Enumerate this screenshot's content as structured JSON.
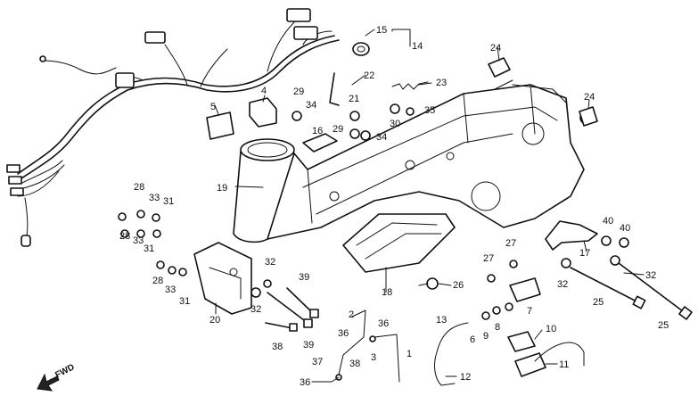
{
  "fwd_label": "FWD",
  "callouts": [
    {
      "label": "15"
    },
    {
      "label": "14"
    },
    {
      "label": "24"
    },
    {
      "label": "24"
    },
    {
      "label": "22"
    },
    {
      "label": "23"
    },
    {
      "label": "4"
    },
    {
      "label": "5"
    },
    {
      "label": "29"
    },
    {
      "label": "34"
    },
    {
      "label": "21"
    },
    {
      "label": "29"
    },
    {
      "label": "34"
    },
    {
      "label": "16"
    },
    {
      "label": "30"
    },
    {
      "label": "35"
    },
    {
      "label": "19"
    },
    {
      "label": "28"
    },
    {
      "label": "33"
    },
    {
      "label": "31"
    },
    {
      "label": "28"
    },
    {
      "label": "33"
    },
    {
      "label": "31"
    },
    {
      "label": "28"
    },
    {
      "label": "33"
    },
    {
      "label": "31"
    },
    {
      "label": "32"
    },
    {
      "label": "39"
    },
    {
      "label": "32"
    },
    {
      "label": "20"
    },
    {
      "label": "38"
    },
    {
      "label": "39"
    },
    {
      "label": "18"
    },
    {
      "label": "26"
    },
    {
      "label": "27"
    },
    {
      "label": "27"
    },
    {
      "label": "2"
    },
    {
      "label": "36"
    },
    {
      "label": "36"
    },
    {
      "label": "37"
    },
    {
      "label": "38"
    },
    {
      "label": "3"
    },
    {
      "label": "1"
    },
    {
      "label": "36"
    },
    {
      "label": "13"
    },
    {
      "label": "12"
    },
    {
      "label": "9"
    },
    {
      "label": "8"
    },
    {
      "label": "7"
    },
    {
      "label": "6"
    },
    {
      "label": "10"
    },
    {
      "label": "11"
    },
    {
      "label": "40"
    },
    {
      "label": "40"
    },
    {
      "label": "17"
    },
    {
      "label": "32"
    },
    {
      "label": "32"
    },
    {
      "label": "25"
    },
    {
      "label": "25"
    }
  ]
}
